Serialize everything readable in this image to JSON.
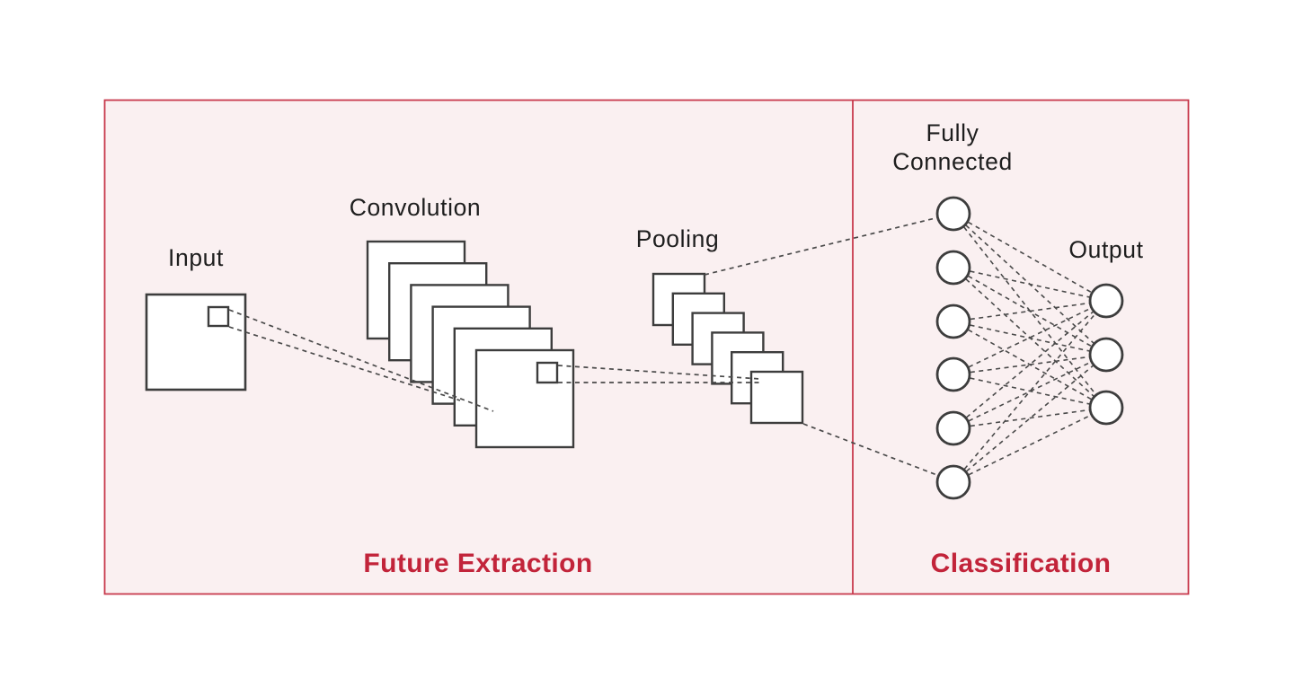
{
  "page": {
    "background": "#ffffff"
  },
  "panel": {
    "fill": "#faf0f1",
    "border_color": "#c83a4d"
  },
  "sections": {
    "feature_extraction": {
      "label": "Future Extraction"
    },
    "classification": {
      "label": "Classification"
    }
  },
  "layers": {
    "input": {
      "label": "Input"
    },
    "convolution": {
      "label": "Convolution",
      "feature_map_count": 6
    },
    "pooling": {
      "label": "Pooling",
      "feature_map_count": 6
    },
    "fully_connected": {
      "label": "Fully Connected",
      "label_lines": [
        "Fully",
        "Connected"
      ],
      "node_count": 6
    },
    "output": {
      "label": "Output",
      "node_count": 3
    }
  },
  "colors": {
    "shape_stroke": "#3d3d3d",
    "shape_fill": "#ffffff",
    "connector": "#4a4a4a",
    "label_text": "#1e1e1e",
    "accent_red": "#c2243a"
  }
}
